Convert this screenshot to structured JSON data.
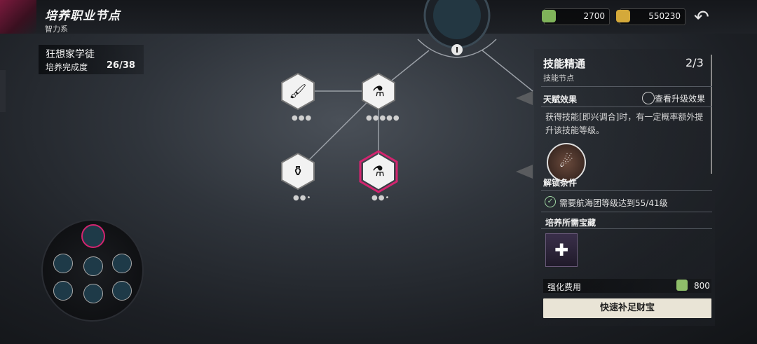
{
  "header": {
    "title": "培养职业节点",
    "subtitle": "智力系"
  },
  "currencies": [
    {
      "icon": "green-tea-currency-icon",
      "value": "2700"
    },
    {
      "icon": "gold-coin-currency-icon",
      "value": "550230"
    }
  ],
  "character": {
    "name": "狂想家学徒",
    "progress_label": "培养完成度",
    "progress_value": "26/38"
  },
  "tree": {
    "root_numeral": "I"
  },
  "detail": {
    "skill_name": "技能精通",
    "level": "2/3",
    "node_type": "技能节点",
    "talent_label": "天赋效果",
    "view_upgrade": "查看升级效果",
    "description": "获得技能[即兴调合]时，有一定概率额外提升该技能等级。",
    "unlock_label": "解锁条件",
    "requirement": "需要航海团等级达到55/41级",
    "treasure_label": "培养所需宝藏",
    "cost_label": "强化费用",
    "cost_value": "800",
    "quick_button": "快速补足财宝"
  },
  "colors": {
    "accent": "#c8236a",
    "button_bg": "#e9e4d6"
  }
}
